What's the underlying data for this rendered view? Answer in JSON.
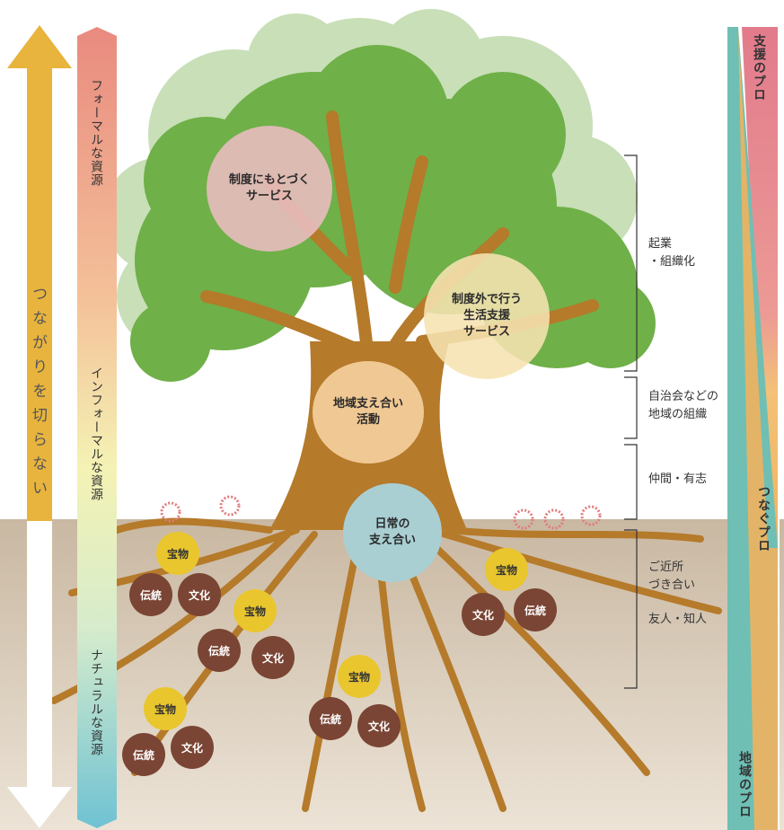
{
  "left_arrow": {
    "label": "つながりを切らない",
    "color": "#e8b43e"
  },
  "resource_bar": {
    "formal": "フォーマルな資源",
    "informal": "インフォーマルな資源",
    "natural": "ナチュラルな資源"
  },
  "tree_circles": {
    "service_based": "制度にもとづく\nサービス",
    "outside_system": "制度外で行う\n生活支援\nサービス",
    "community_activity": "地域支え合い\n活動",
    "daily_support": "日常の\n支え合い"
  },
  "roots": {
    "treasure": "宝物",
    "tradition": "伝統",
    "culture": "文化"
  },
  "brackets": {
    "entrepreneurship": "起業\n・組織化",
    "neighborhood_assoc": "自治会などの\n地域の組織",
    "peers": "仲間・有志",
    "neighbors": "ご近所\nづき合い",
    "friends": "友人・知人"
  },
  "right_bar": {
    "support_pro": "支援のプロ",
    "connect_pro": "つなぐプロ",
    "local_pro": "地域のプロ"
  }
}
